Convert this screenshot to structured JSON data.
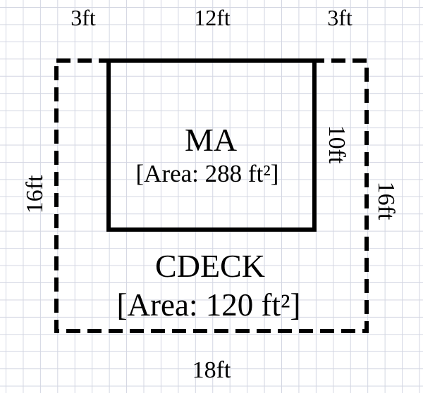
{
  "dimensions": {
    "top_left": "3ft",
    "top_middle": "12ft",
    "top_right": "3ft",
    "left": "16ft",
    "inner_right": "10ft",
    "right": "16ft",
    "bottom": "18ft"
  },
  "main_area": {
    "label": "MA",
    "area": "[Area: 288 ft²]"
  },
  "deck_area": {
    "label": "CDECK",
    "area": "[Area: 120 ft²]"
  },
  "colors": {
    "line": "#000000",
    "grid": "#d3d6e2"
  }
}
